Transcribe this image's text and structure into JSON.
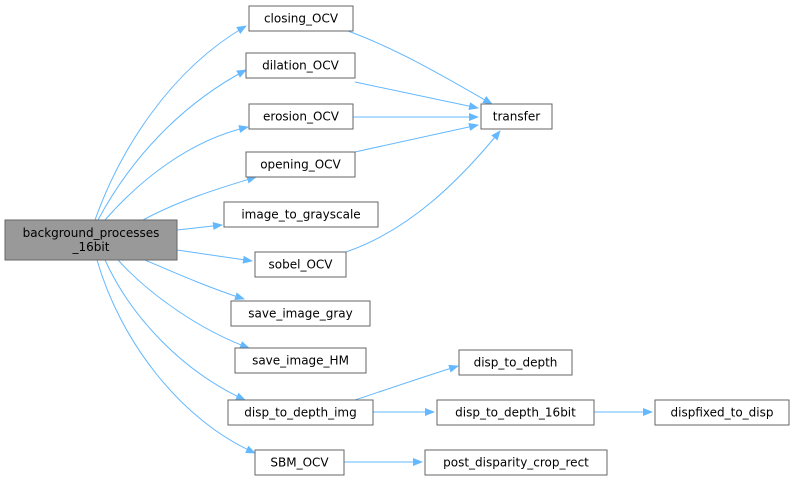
{
  "colors": {
    "edge": "#63b8ff",
    "root_fill": "#999999",
    "node_fill": "#ffffff",
    "node_border": "#666666"
  },
  "nodes": [
    {
      "id": "root",
      "lines": [
        "background_processes",
        "_16bit"
      ],
      "root": true
    },
    {
      "id": "closing",
      "lines": [
        "closing_OCV"
      ]
    },
    {
      "id": "dilation",
      "lines": [
        "dilation_OCV"
      ]
    },
    {
      "id": "erosion",
      "lines": [
        "erosion_OCV"
      ]
    },
    {
      "id": "opening",
      "lines": [
        "opening_OCV"
      ]
    },
    {
      "id": "grayscale",
      "lines": [
        "image_to_grayscale"
      ]
    },
    {
      "id": "sobel",
      "lines": [
        "sobel_OCV"
      ]
    },
    {
      "id": "savegray",
      "lines": [
        "save_image_gray"
      ]
    },
    {
      "id": "savehm",
      "lines": [
        "save_image_HM"
      ]
    },
    {
      "id": "dtdimg",
      "lines": [
        "disp_to_depth_img"
      ]
    },
    {
      "id": "sbm",
      "lines": [
        "SBM_OCV"
      ]
    },
    {
      "id": "transfer",
      "lines": [
        "transfer"
      ]
    },
    {
      "id": "dtd",
      "lines": [
        "disp_to_depth"
      ]
    },
    {
      "id": "dtd16",
      "lines": [
        "disp_to_depth_16bit"
      ]
    },
    {
      "id": "dfixed",
      "lines": [
        "dispfixed_to_disp"
      ]
    },
    {
      "id": "postcrop",
      "lines": [
        "post_disparity_crop_rect"
      ]
    }
  ],
  "edges": [
    [
      "root",
      "closing"
    ],
    [
      "root",
      "dilation"
    ],
    [
      "root",
      "erosion"
    ],
    [
      "root",
      "opening"
    ],
    [
      "root",
      "grayscale"
    ],
    [
      "root",
      "sobel"
    ],
    [
      "root",
      "savegray"
    ],
    [
      "root",
      "savehm"
    ],
    [
      "root",
      "dtdimg"
    ],
    [
      "root",
      "sbm"
    ],
    [
      "closing",
      "transfer"
    ],
    [
      "dilation",
      "transfer"
    ],
    [
      "erosion",
      "transfer"
    ],
    [
      "opening",
      "transfer"
    ],
    [
      "sobel",
      "transfer"
    ],
    [
      "dtdimg",
      "dtd"
    ],
    [
      "dtdimg",
      "dtd16"
    ],
    [
      "dtd16",
      "dfixed"
    ],
    [
      "sbm",
      "postcrop"
    ]
  ]
}
